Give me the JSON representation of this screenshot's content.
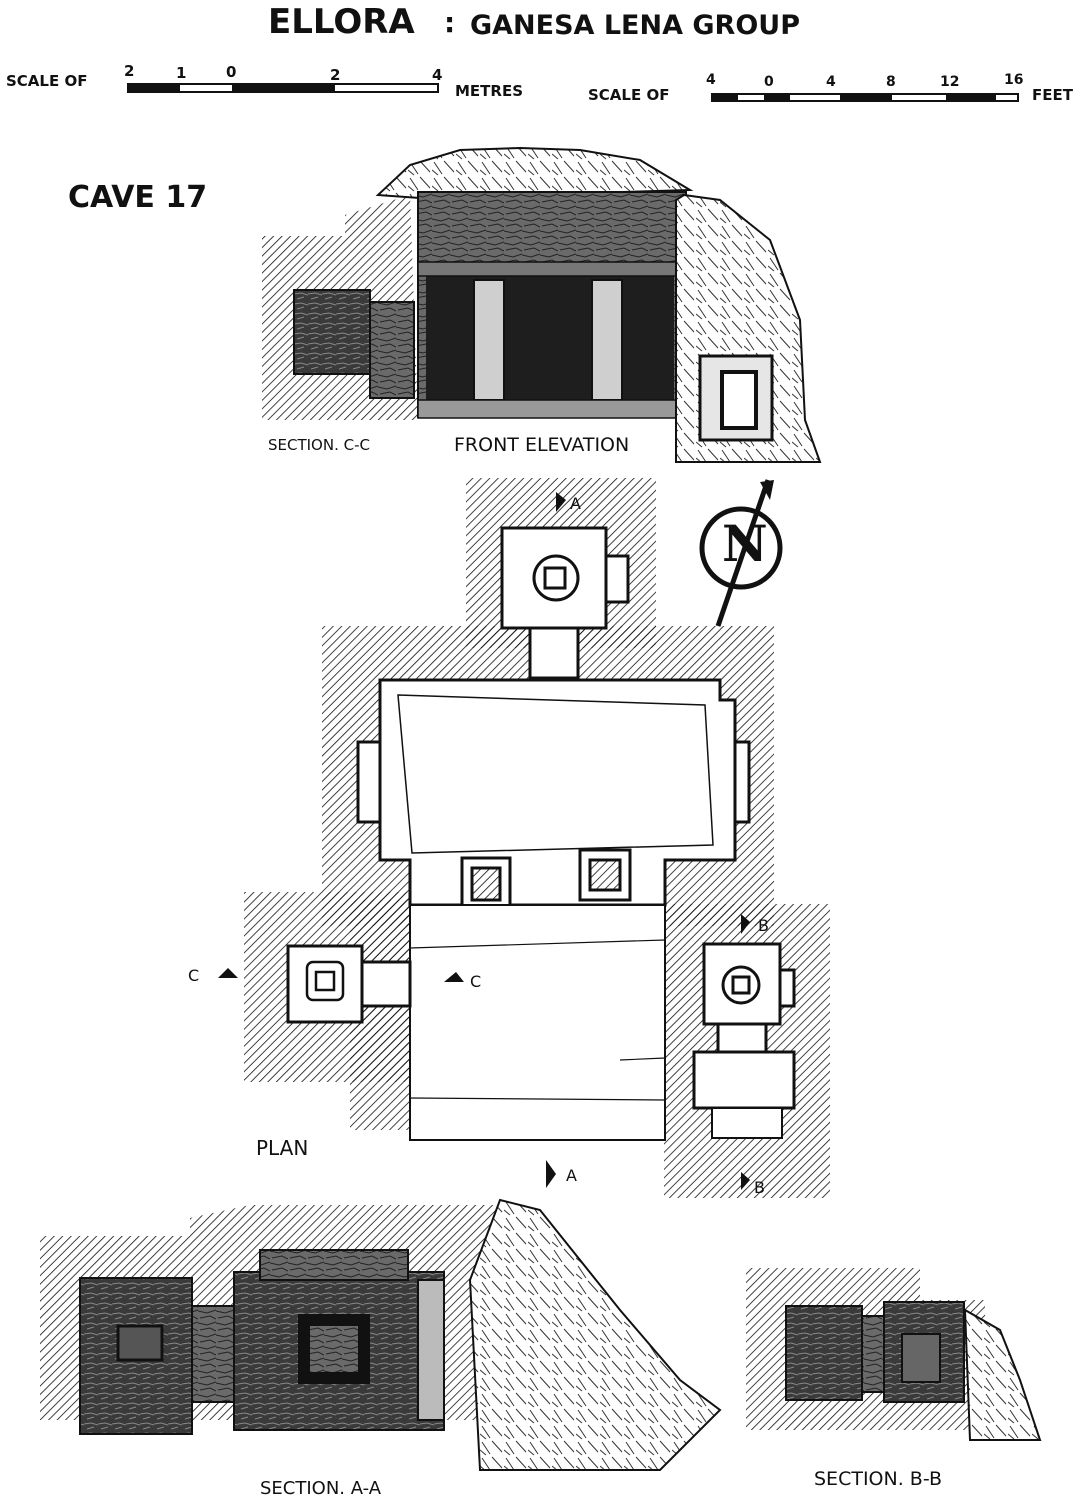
{
  "header": {
    "title_main": "ELLORA",
    "title_colon": ":",
    "title_rest": "GANESA LENA GROUP"
  },
  "scales": {
    "metric": {
      "label": "SCALE OF",
      "ticks": [
        "2",
        "1",
        "0",
        "2",
        "4"
      ],
      "unit": "METRES"
    },
    "imperial": {
      "label": "SCALE OF",
      "ticks": [
        "4",
        "0",
        "4",
        "8",
        "12",
        "16"
      ],
      "unit": "FEET"
    }
  },
  "cave_label": "CAVE 17",
  "views": {
    "section_cc": "SECTION. C-C",
    "front_elevation": "FRONT ELEVATION",
    "plan": "PLAN",
    "section_aa": "SECTION. A-A",
    "section_bb": "SECTION. B-B"
  },
  "markers": {
    "a_top": "A",
    "a_bottom": "A",
    "b_top": "B",
    "b_bottom": "B",
    "c_left": "C",
    "c_right": "C"
  },
  "north_arrow": {
    "letter": "N",
    "icon": "north-arrow-icon"
  },
  "colors": {
    "ink": "#111111",
    "paper": "#ffffff",
    "fill_dark": "#2a2a2a",
    "fill_mid": "#555555"
  }
}
